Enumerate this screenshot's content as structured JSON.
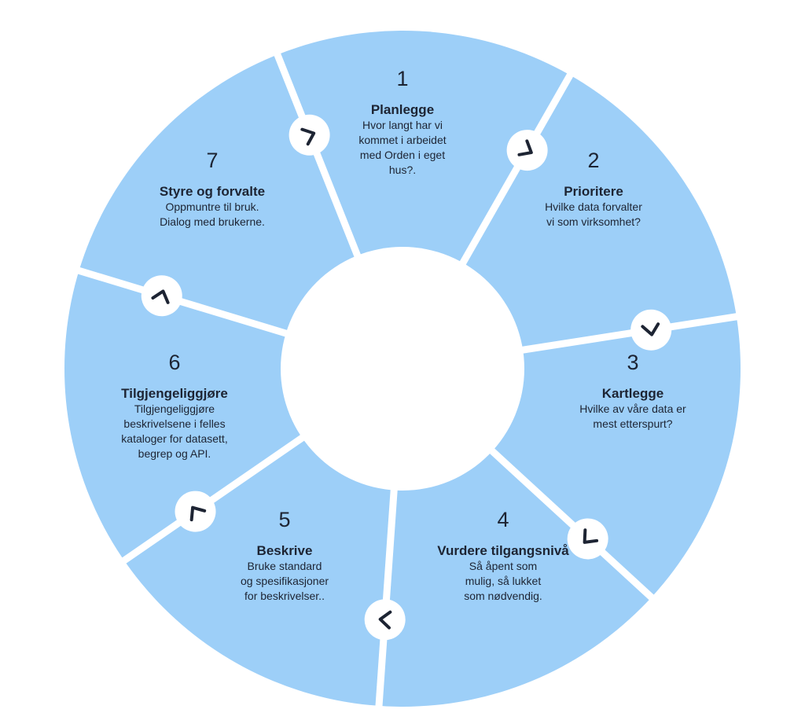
{
  "steps": [
    {
      "number": "1",
      "title": "Planlegge",
      "description": "Hvor langt har vi\nkommet i arbeidet\nmed Orden i eget\nhus?."
    },
    {
      "number": "2",
      "title": "Prioritere",
      "description": "Hvilke data forvalter\nvi som virksomhet?"
    },
    {
      "number": "3",
      "title": "Kartlegge",
      "description": "Hvilke av våre data er\nmest etterspurt?"
    },
    {
      "number": "4",
      "title": "Vurdere  tilgangsnivå",
      "description": "Så åpent som\nmulig, så lukket\nsom nødvendig."
    },
    {
      "number": "5",
      "title": "Beskrive",
      "description": "Bruke standard\nog spesifikasjoner\nfor beskrivelser.."
    },
    {
      "number": "6",
      "title": "Tilgjengeliggjøre",
      "description": "Tilgjengeliggjøre\nbeskrivelsene i felles\nkataloger for datasett,\nbegrep og API."
    },
    {
      "number": "7",
      "title": "Styre og forvalte",
      "description": "Oppmuntre til bruk.\nDialog med brukerne."
    }
  ],
  "colors": {
    "segment": "#9dcff8",
    "divider": "#ffffff",
    "text": "#1d2433"
  },
  "icons": {
    "connector": "chevron-arrow-icon"
  }
}
